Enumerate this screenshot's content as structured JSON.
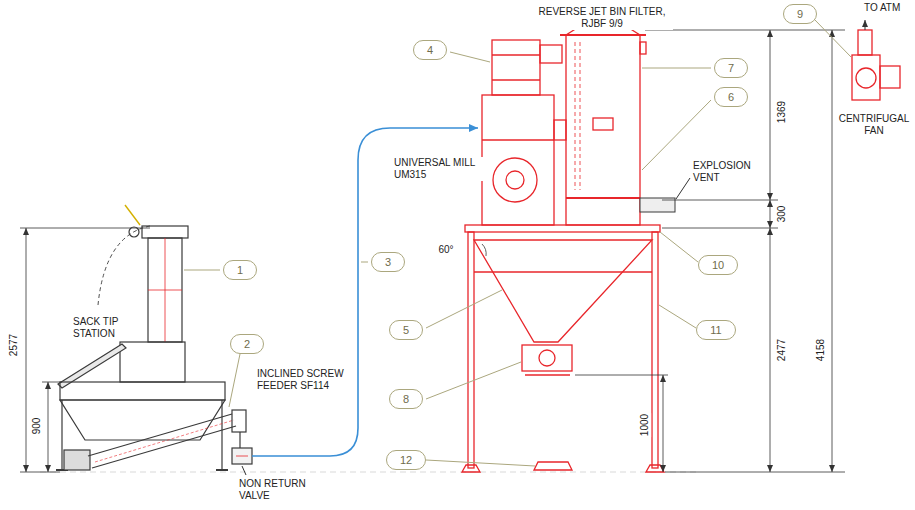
{
  "diagram": {
    "nodes": [
      {
        "text": [
          "1"
        ]
      },
      {
        "text": [
          "2"
        ]
      },
      {
        "text": [
          "3"
        ]
      },
      {
        "text": [
          "4"
        ]
      },
      {
        "text": [
          "5"
        ]
      },
      {
        "text": [
          "6"
        ]
      },
      {
        "text": [
          "7"
        ]
      },
      {
        "text": [
          "8"
        ]
      },
      {
        "text": [
          "9"
        ]
      },
      {
        "text": [
          "10"
        ]
      },
      {
        "text": [
          "11"
        ]
      },
      {
        "text": [
          "12"
        ]
      }
    ],
    "labels": [
      "REVERSE JET BIN FILTER, RJBF 9/9",
      "UNIVERSAL MILL UM315",
      "SACK TIP STATION",
      "INCLINED SCREW FEEDER SF114",
      "NON RETURN VALVE",
      "EXPLOSION VENT",
      "TO ATM",
      "CENTRIFUGAL FAN",
      "2577",
      "900",
      "1369",
      "300",
      "4158",
      "2477",
      "1000",
      "60°"
    ]
  }
}
